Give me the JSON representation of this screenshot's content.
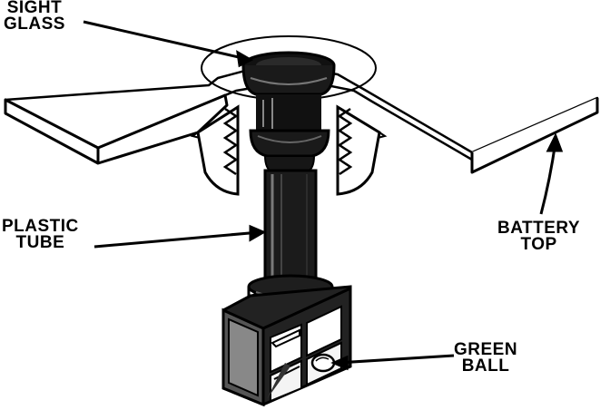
{
  "labels": {
    "sight_glass": [
      "SIGHT",
      "GLASS"
    ],
    "plastic_tube": [
      "PLASTIC",
      "TUBE"
    ],
    "battery_top": [
      "BATTERY",
      "TOP"
    ],
    "green_ball": [
      "GREEN",
      "BALL"
    ]
  }
}
